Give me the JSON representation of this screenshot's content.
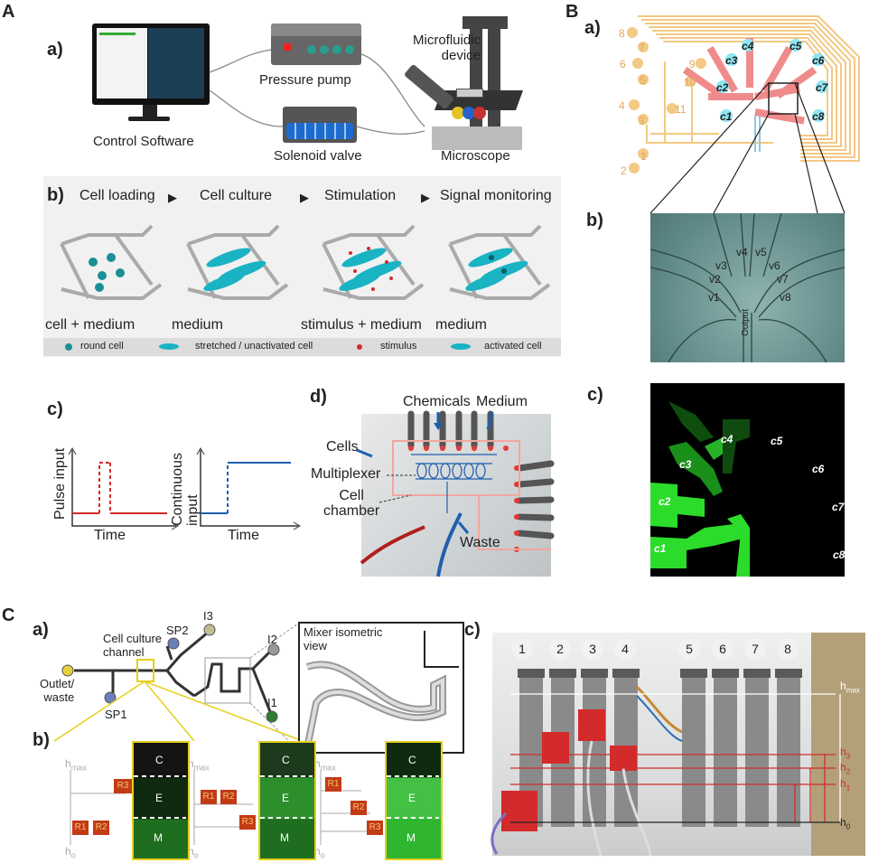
{
  "panels": {
    "A": "A",
    "B": "B",
    "C": "C"
  },
  "A": {
    "sub_a": "a)",
    "control_software": "Control Software",
    "pressure_pump": "Pressure pump",
    "solenoid_valve": "Solenoid valve",
    "microscope": "Microscope",
    "microfluidic_device": "Microfluidic\ndevice",
    "sub_b": "b)",
    "steps": [
      "Cell loading",
      "Cell culture",
      "Stimulation",
      "Signal monitoring"
    ],
    "inputs": [
      "cell + medium",
      "medium",
      "stimulus + medium",
      "medium"
    ],
    "legend": [
      "round cell",
      "stretched / unactivated cell",
      "stimulus",
      "activated cell"
    ],
    "sub_c": "c)",
    "pulse_ylabel": "Pulse input",
    "cont_ylabel": "Continuous\ninput",
    "time": "Time",
    "sub_d": "d)",
    "chemicals": "Chemicals",
    "medium": "Medium",
    "cells": "Cells",
    "multiplexer": "Multiplexer",
    "cell_chamber": "Cell\nchamber",
    "waste": "Waste"
  },
  "B": {
    "sub_a": "a)",
    "sub_b": "b)",
    "sub_c": "c)",
    "ports": [
      "1",
      "2",
      "3",
      "4",
      "5",
      "6",
      "7",
      "8",
      "9",
      "10",
      "11"
    ],
    "chambers": [
      "c1",
      "c2",
      "c3",
      "c4",
      "c5",
      "c6",
      "c7",
      "c8"
    ],
    "valves": [
      "v1",
      "v2",
      "v3",
      "v4",
      "v5",
      "v6",
      "v7",
      "v8"
    ],
    "output": "Output",
    "fluor_labels": [
      "c1",
      "c2",
      "c3",
      "c4",
      "c5",
      "c6",
      "c7",
      "c8"
    ]
  },
  "C": {
    "sub_a": "a)",
    "cell_culture_channel": "Cell culture\nchannel",
    "sp2": "SP2",
    "sp1": "SP1",
    "i3": "I3",
    "i2": "I2",
    "i1": "I1",
    "outlet": "Outlet/\nwaste",
    "mixer": "Mixer isometric\nview",
    "sub_b": "b)",
    "hmax": "h",
    "hmax_sub": "max",
    "h0": "h",
    "h0_sub": "o",
    "zones": [
      "C",
      "E",
      "M"
    ],
    "reservoirs": [
      "R1",
      "R2",
      "R3"
    ],
    "sub_c": "c)",
    "syringes": [
      "1",
      "2",
      "3",
      "4",
      "5",
      "6",
      "7",
      "8"
    ],
    "heights": [
      "h",
      "h",
      "h",
      "h",
      "h"
    ],
    "height_subs": [
      "max",
      "3",
      "2",
      "1",
      "0"
    ]
  },
  "colors": {
    "teal": "#1ab3c4",
    "gold": "#f3c983",
    "salmon": "#f08b8b",
    "green": "#39e639",
    "red": "#d32b2b",
    "blue": "#1f5fae"
  }
}
